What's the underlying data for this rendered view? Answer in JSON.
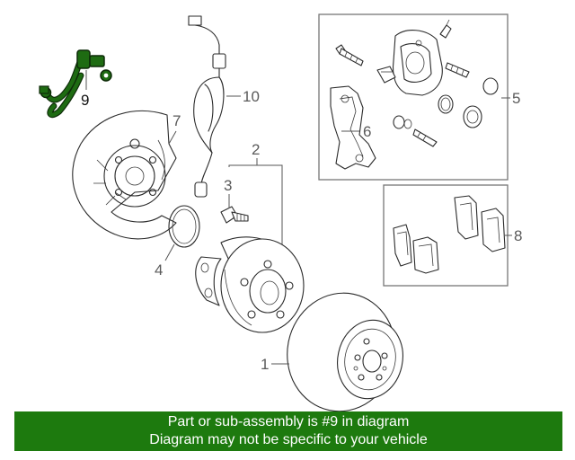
{
  "callouts": {
    "c1": "1",
    "c2": "2",
    "c3": "3",
    "c4": "4",
    "c5": "5",
    "c6": "6",
    "c7": "7",
    "c8": "8",
    "c9": "9",
    "c10": "10"
  },
  "highlighted_part": "9",
  "colors": {
    "highlight": "#1e6b12",
    "banner_bg": "#1d7a0e",
    "banner_text": "#ffffff",
    "line": "#2b2b2b"
  },
  "banner": {
    "line1": "Part or sub-assembly is #9 in diagram",
    "line2": "Diagram may not be specific to your vehicle"
  }
}
